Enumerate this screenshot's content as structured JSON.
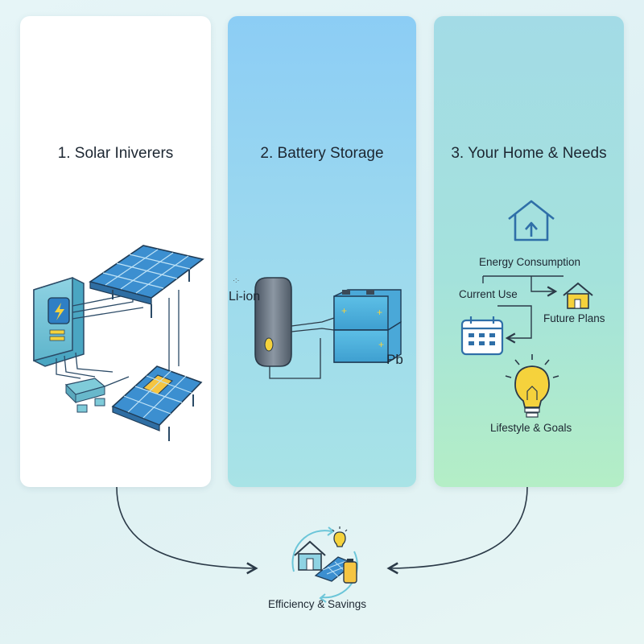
{
  "panels": [
    {
      "title": "1. Solar Iniverers"
    },
    {
      "title": "2. Battery Storage",
      "li_label": "Li-ion",
      "pb_label": "Pb"
    },
    {
      "title": "3. Your Home & Needs",
      "energy": "Energy Consumption",
      "current": "Current Use",
      "future": "Future Plans",
      "lifestyle": "Lifestyle & Goals"
    }
  ],
  "result": {
    "label": "Efficiency & Savings"
  },
  "colors": {
    "accent_blue": "#3a8fd6",
    "outline": "#2b4a66",
    "bulb_yellow": "#f5d23c",
    "panel_teal": "#7fcbd9"
  },
  "icons": [
    "inverter-icon",
    "solar-panel-icon",
    "battery-icon",
    "house-icon",
    "calendar-icon",
    "lightbulb-icon",
    "cycle-icon"
  ]
}
